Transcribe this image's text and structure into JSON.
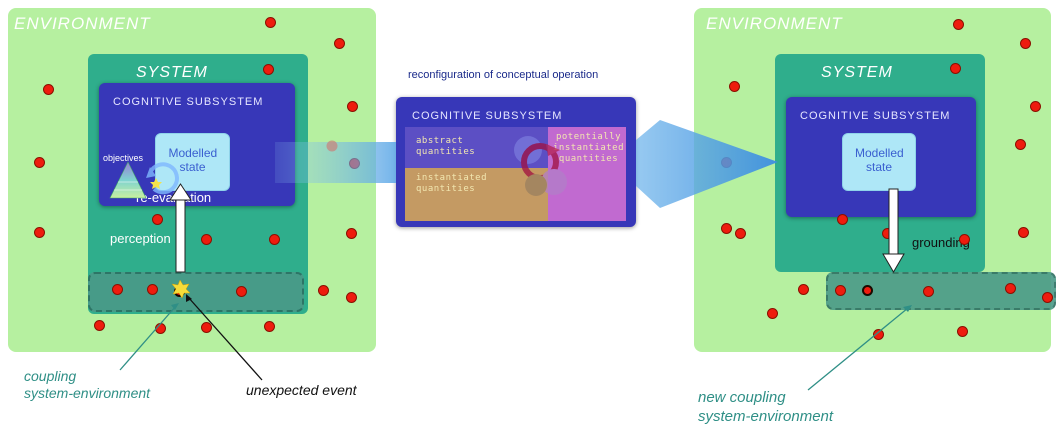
{
  "left": {
    "environment_label": "ENVIRONMENT",
    "system_label": "SYSTEM",
    "cognitive_label": "COGNITIVE SUBSYSTEM",
    "modelled_state_label": "Modelled state",
    "objectives_label": "objectives",
    "reevaluation_label": "re-evaluation",
    "perception_label": "perception",
    "coupling_caption": [
      "coupling",
      "system-environment"
    ],
    "event_caption": "unexpected event"
  },
  "middle": {
    "reconfiguration_label": "reconfiguration of conceptual operation",
    "cognitive_label": "COGNITIVE SUBSYSTEM",
    "quadrants": {
      "abstract": [
        "abstract",
        "quantities"
      ],
      "potential": [
        "potentially",
        "instantiated",
        "quantities"
      ],
      "instantiated": [
        "instantiated",
        "quantities"
      ]
    }
  },
  "right": {
    "environment_label": "ENVIRONMENT",
    "system_label": "SYSTEM",
    "cognitive_label": "COGNITIVE SUBSYSTEM",
    "modelled_state_label": "Modelled state",
    "grounding_label": "grounding",
    "coupling_caption": [
      "new coupling",
      "system-environment"
    ]
  },
  "colors": {
    "environment": "#b6f0a0",
    "system": "#2fae8c",
    "cognitive": "#3737b8",
    "modelled_state": "#aee7f7",
    "event_dot": "#ee1c0e",
    "caption_teal": "#2f8f86"
  }
}
